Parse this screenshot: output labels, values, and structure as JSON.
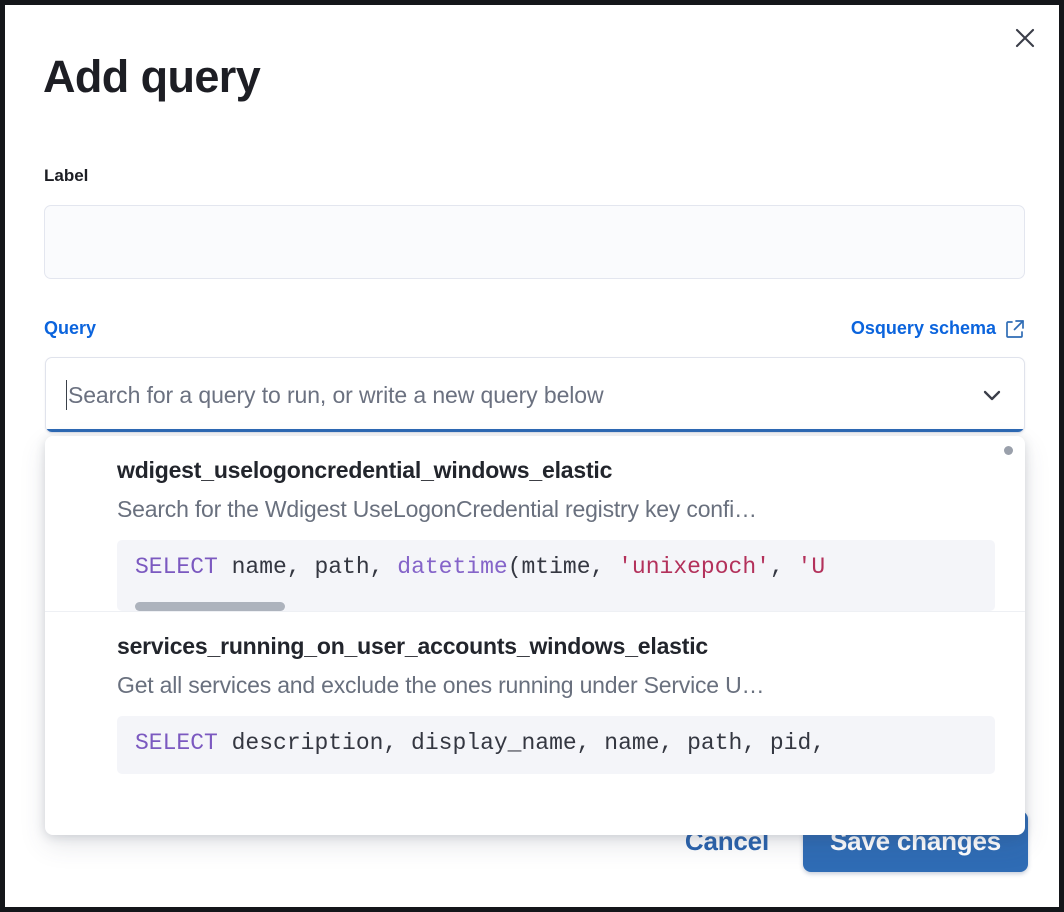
{
  "modal": {
    "title": "Add query",
    "close_icon": "close-icon"
  },
  "label_field": {
    "caption": "Label",
    "value": "",
    "placeholder": ""
  },
  "query_section": {
    "caption": "Query",
    "schema_link_label": "Osquery schema",
    "schema_link_icon": "external-link-icon",
    "combobox": {
      "value": "",
      "placeholder": "Search for a query to run, or write a new query below",
      "caret_icon": "chevron-down-icon"
    }
  },
  "dropdown": {
    "scroll_indicator_icon": "scrollbar-dot-icon",
    "items": [
      {
        "title": "wdigest_uselogoncredential_windows_elastic",
        "description": "Search for the Wdigest UseLogonCredential registry key confi…",
        "code_tokens": [
          {
            "t": "SELECT",
            "c": "kw"
          },
          {
            "t": " name, path, ",
            "c": "pl"
          },
          {
            "t": "datetime",
            "c": "fn"
          },
          {
            "t": "(mtime, ",
            "c": "pl"
          },
          {
            "t": "'unixepoch'",
            "c": "str"
          },
          {
            "t": ", ",
            "c": "pl"
          },
          {
            "t": "'U",
            "c": "str"
          }
        ],
        "code_plain": "SELECT name, path, datetime(mtime, 'unixepoch', 'U",
        "has_scrollbar": true
      },
      {
        "title": "services_running_on_user_accounts_windows_elastic",
        "description": "Get all services and exclude the ones running under Service U…",
        "code_tokens": [
          {
            "t": "SELECT",
            "c": "kw"
          },
          {
            "t": " description, display_name, name, path, pid,",
            "c": "pl"
          }
        ],
        "code_plain": "SELECT description, display_name, name, path, pid,",
        "has_scrollbar": false
      }
    ]
  },
  "footer": {
    "cancel_label": "Cancel",
    "save_label": "Save changes"
  },
  "colors": {
    "accent_blue": "#0b64dd",
    "button_blue": "#2f6cb5",
    "sql_keyword": "#7b59c0",
    "sql_string": "#b3315b",
    "text_dark": "#1d1e24",
    "text_muted": "#69707e"
  }
}
